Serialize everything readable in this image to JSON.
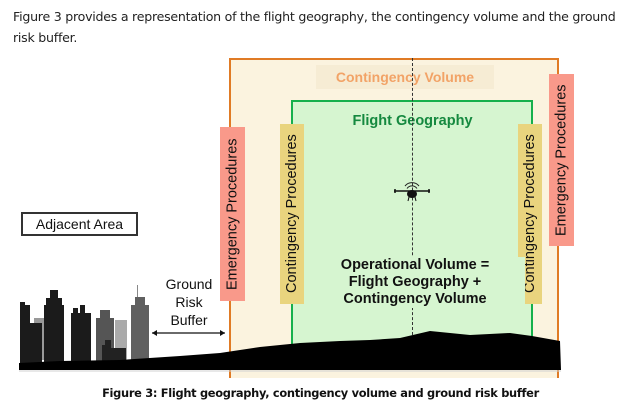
{
  "intro_text": "Figure 3 provides a representation of the flight geography, the contingency volume and the ground risk buffer.",
  "diagram": {
    "contingency_volume_label": "Contingency Volume",
    "flight_geography_label": "Flight Geography",
    "left_emergency_label": "Emergency Procedures",
    "left_contingency_label": "Contingency Procedures",
    "right_contingency_label": "Contingency Procedures",
    "right_emergency_label": "Emergency Procedures",
    "operational_volume_label": "Operational Volume =\nFlight Geography +\nContingency Volume",
    "adjacent_area_label": "Adjacent Area",
    "ground_risk_buffer_label": "Ground\nRisk\nBuffer",
    "icons": [
      "drone-icon",
      "city-skyline",
      "double-arrow"
    ],
    "colors": {
      "contingency_border": "#e07b25",
      "contingency_fill": "#fbf3df",
      "flight_geography_border": "#16b04c",
      "flight_geography_fill": "#d6f5d0",
      "emergency_label_bg": "#f9998a",
      "contingency_label_bg": "#e9d47e"
    }
  },
  "caption": "Figure 3: Flight geography, contingency volume and ground risk buffer"
}
